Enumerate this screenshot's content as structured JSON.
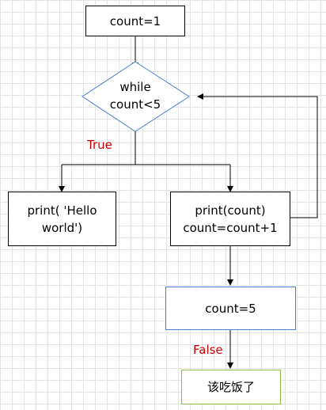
{
  "colors": {
    "line": "#000000",
    "decision_border": "#4a7fd6",
    "end_border": "#8cbf3f",
    "branch_label": "#cc0000"
  },
  "nodes": {
    "init": {
      "text": "count=1"
    },
    "decision": {
      "line1": "while",
      "line2": "count<5"
    },
    "print_hello": {
      "line1": "print( 'Hello",
      "line2": "world')"
    },
    "print_count": {
      "line1": "print(count)",
      "line2": "count=count+1"
    },
    "count_five": {
      "text": "count=5"
    },
    "end": {
      "text": "该吃饭了"
    }
  },
  "labels": {
    "true_branch": "True",
    "false_branch": "False"
  }
}
